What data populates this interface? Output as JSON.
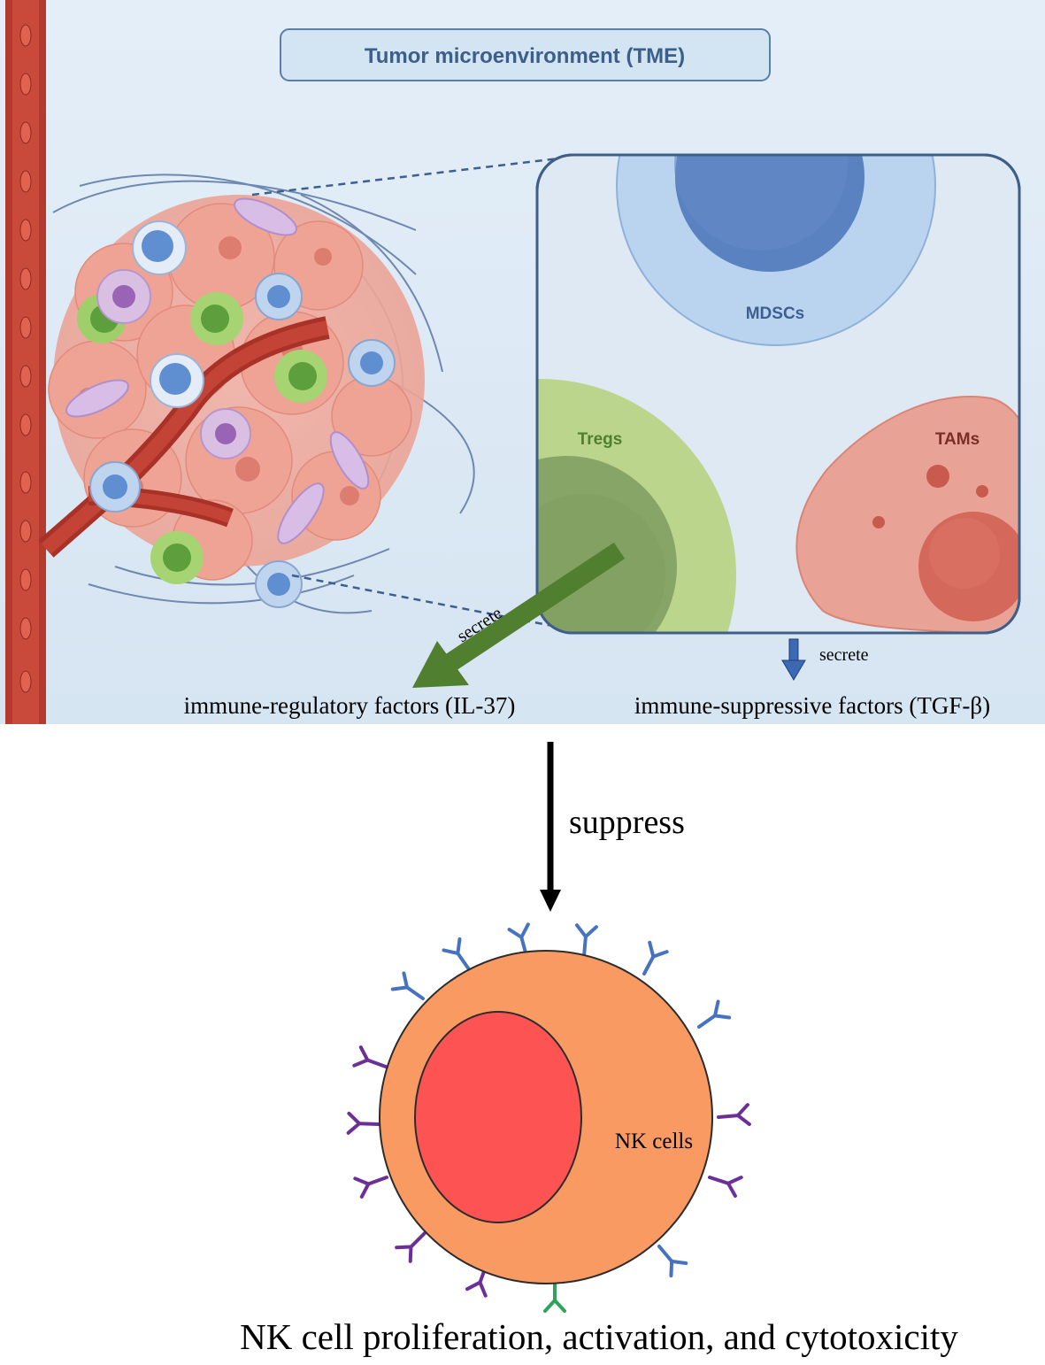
{
  "panel": {
    "title": "Tumor microenvironment (TME)",
    "cells": {
      "mdscs": "MDSCs",
      "tregs": "Tregs",
      "tams": "TAMs"
    }
  },
  "arrows": {
    "secrete_left": "secrete",
    "secrete_right": "secrete",
    "suppress": "suppress"
  },
  "factors": {
    "regulatory": "immune-regulatory factors (IL-37)",
    "suppressive": "immune-suppressive factors (TGF-β)"
  },
  "nk": {
    "label": "NK cells",
    "caption": "NK cell proliferation, activation, and cytotoxicity"
  },
  "colors": {
    "panel_bg": "#dde9f4",
    "vessel": "#b43a2e",
    "treg_arrow": "#4f7f2f",
    "tgf_arrow": "#3d68b4",
    "nk_cytoplasm": "#f99a62",
    "nk_nucleus": "#fd5453",
    "receptor_blue": "#4573c0",
    "receptor_purple": "#6b2f96",
    "receptor_green": "#2ea35a"
  }
}
